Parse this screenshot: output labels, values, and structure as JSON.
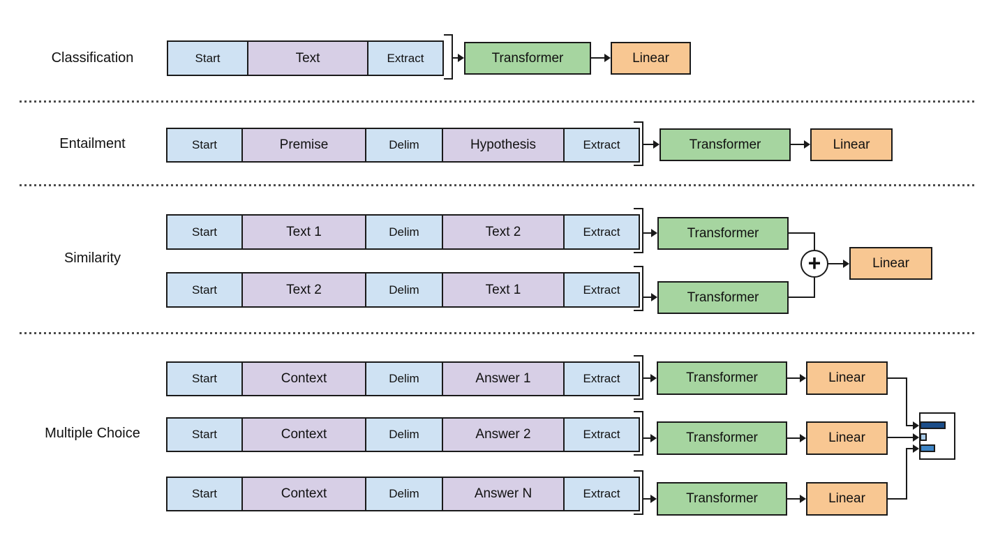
{
  "figure": {
    "description": "Task-specific input transformations feeding a Transformer",
    "sections": {
      "classification": {
        "label": "Classification",
        "seq": [
          "Start",
          "Text",
          "Extract"
        ]
      },
      "entailment": {
        "label": "Entailment",
        "seq": [
          "Start",
          "Premise",
          "Delim",
          "Hypothesis",
          "Extract"
        ]
      },
      "similarity": {
        "label": "Similarity",
        "seq_a": [
          "Start",
          "Text 1",
          "Delim",
          "Text 2",
          "Extract"
        ],
        "seq_b": [
          "Start",
          "Text 2",
          "Delim",
          "Text 1",
          "Extract"
        ]
      },
      "multiple_choice": {
        "label": "Multiple Choice",
        "seq_1": [
          "Start",
          "Context",
          "Delim",
          "Answer 1",
          "Extract"
        ],
        "seq_2": [
          "Start",
          "Context",
          "Delim",
          "Answer 2",
          "Extract"
        ],
        "seq_3": [
          "Start",
          "Context",
          "Delim",
          "Answer N",
          "Extract"
        ]
      }
    },
    "nodes": {
      "transformer": "Transformer",
      "linear": "Linear"
    },
    "operators": {
      "sum": "+"
    },
    "mini_chart": {
      "bars": [
        {
          "color": "#1b4d89",
          "relative_width": 0.72
        },
        {
          "color": "#a8cbe9",
          "relative_width": 0.18
        },
        {
          "color": "#3e85c6",
          "relative_width": 0.42
        }
      ]
    },
    "colors": {
      "token_blue": "#cfe2f3",
      "token_purple": "#d7cfe6",
      "transformer_green": "#a6d5a0",
      "linear_orange": "#f8c792",
      "stroke": "#1a1a1a"
    }
  }
}
